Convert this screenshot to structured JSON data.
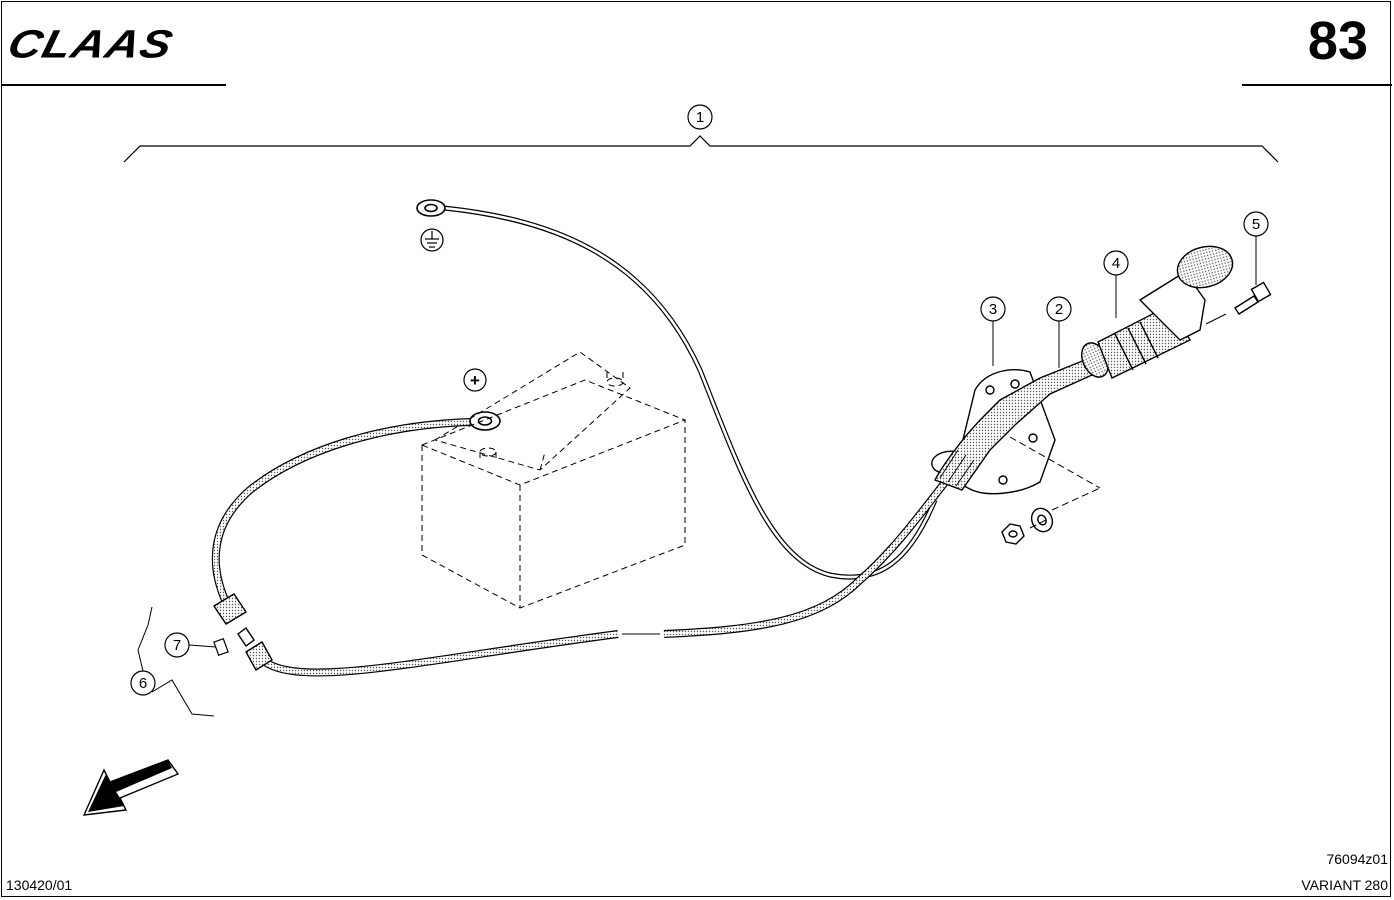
{
  "header": {
    "brand": "CLAAS",
    "page_number": "83"
  },
  "footer": {
    "left_code": "130420/01",
    "drawing_code": "76094z01",
    "model": "VARIANT 280"
  },
  "callouts": [
    {
      "id": "callout-1",
      "label": "1"
    },
    {
      "id": "callout-2",
      "label": "2"
    },
    {
      "id": "callout-3",
      "label": "3"
    },
    {
      "id": "callout-4",
      "label": "4"
    },
    {
      "id": "callout-5",
      "label": "5"
    },
    {
      "id": "callout-6",
      "label": "6"
    },
    {
      "id": "callout-7",
      "label": "7"
    }
  ],
  "symbols": {
    "positive": "+",
    "ground": "ground-icon"
  },
  "icons": [
    "direction-arrow-icon",
    "ground-icon",
    "plus-terminal-icon"
  ]
}
